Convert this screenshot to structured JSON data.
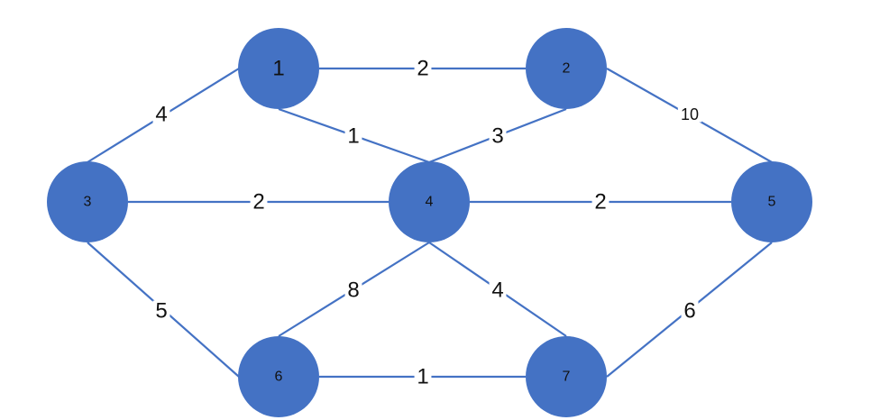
{
  "graph": {
    "colors": {
      "node_fill": "#4472C4",
      "edge_stroke": "#4472C4",
      "label_text": "#111111",
      "background": "#ffffff"
    },
    "nodes": [
      {
        "id": "1",
        "label": "1"
      },
      {
        "id": "2",
        "label": "2"
      },
      {
        "id": "3",
        "label": "3"
      },
      {
        "id": "4",
        "label": "4"
      },
      {
        "id": "5",
        "label": "5"
      },
      {
        "id": "6",
        "label": "6"
      },
      {
        "id": "7",
        "label": "7"
      }
    ],
    "edges": [
      {
        "from": "1",
        "to": "2",
        "weight": "2"
      },
      {
        "from": "1",
        "to": "3",
        "weight": "4"
      },
      {
        "from": "1",
        "to": "4",
        "weight": "1"
      },
      {
        "from": "2",
        "to": "4",
        "weight": "3"
      },
      {
        "from": "2",
        "to": "5",
        "weight": "10"
      },
      {
        "from": "3",
        "to": "4",
        "weight": "2"
      },
      {
        "from": "4",
        "to": "5",
        "weight": "2"
      },
      {
        "from": "3",
        "to": "6",
        "weight": "5"
      },
      {
        "from": "4",
        "to": "6",
        "weight": "8"
      },
      {
        "from": "4",
        "to": "7",
        "weight": "4"
      },
      {
        "from": "5",
        "to": "7",
        "weight": "6"
      },
      {
        "from": "6",
        "to": "7",
        "weight": "1"
      }
    ]
  }
}
